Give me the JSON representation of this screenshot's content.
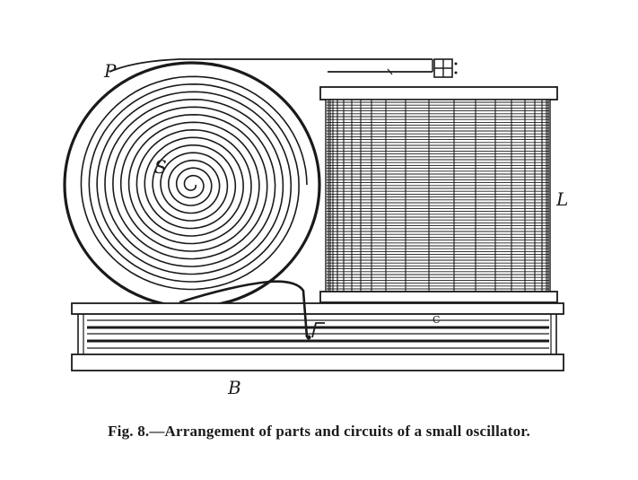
{
  "labels": {
    "primary": "P",
    "spiral": "S",
    "coil": "L",
    "condenser": "C",
    "base": "B"
  },
  "caption": "Fig. 8.—Arrangement of parts and circuits of a small oscillator.",
  "colors": {
    "ink": "#1a1a1a",
    "paper": "#ffffff"
  }
}
